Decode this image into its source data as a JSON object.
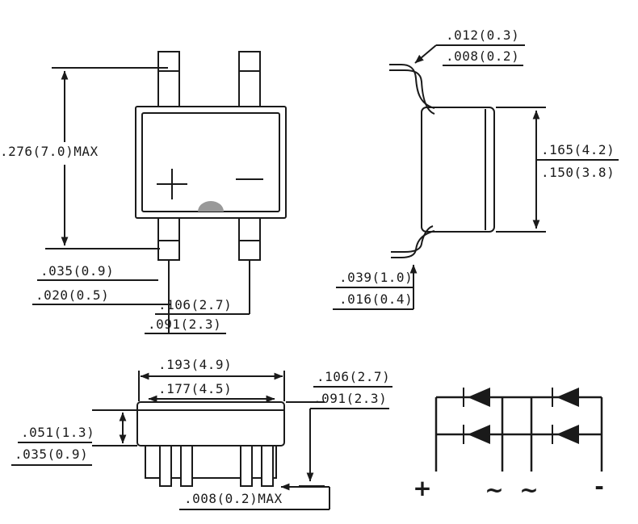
{
  "drawing": {
    "top_view": {
      "overall_height": ".276(7.0)MAX",
      "lead_width": ".035(0.9)",
      "lead_offset": ".020(0.5)",
      "lead_span_max": ".106(2.7)",
      "lead_span_min": ".091(2.3)"
    },
    "side_view": {
      "lead_thickness_max": ".012(0.3)",
      "lead_thickness_min": ".008(0.2)",
      "body_depth_max": ".165(4.2)",
      "body_depth_min": ".150(3.8)",
      "foot_length_max": ".039(1.0)",
      "foot_length_min": ".016(0.4)"
    },
    "front_view": {
      "body_width_max": ".193(4.9)",
      "body_width_min": ".177(4.5)",
      "height_max": ".106(2.7)",
      "height_min": ".091(2.3)",
      "standoff_max": ".051(1.3)",
      "standoff_min": ".035(0.9)",
      "coplanarity": ".008(0.2)MAX"
    },
    "schematic": {
      "terminal_plus": "+",
      "terminal_ac1": "~",
      "terminal_ac2": "~",
      "terminal_minus": "-"
    }
  },
  "colors": {
    "ink": "#1a1a1a",
    "background": "#ffffff",
    "notch_gray": "#999999"
  }
}
